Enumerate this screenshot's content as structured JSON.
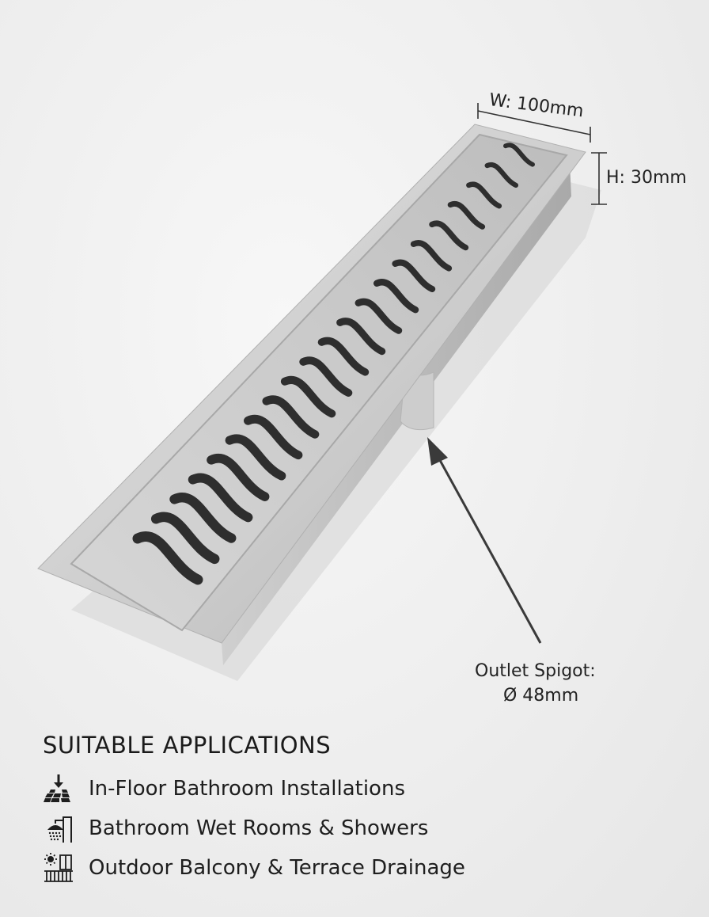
{
  "dimensions": {
    "width": "W: 100mm",
    "height": "H: 30mm",
    "outlet_line1": "Outlet Spigot:",
    "outlet_line2": "Ø 48mm"
  },
  "applications": {
    "heading": "SUITABLE APPLICATIONS",
    "items": [
      {
        "label": "In-Floor Bathroom Installations",
        "icon": "floor-tile-icon"
      },
      {
        "label": "Bathroom Wet Rooms & Showers",
        "icon": "shower-icon"
      },
      {
        "label": "Outdoor Balcony & Terrace Drainage",
        "icon": "balcony-sun-icon"
      }
    ]
  },
  "colors": {
    "background": "#eeeeee",
    "steel": "#c9c9c9",
    "text": "#1e1e1e"
  }
}
